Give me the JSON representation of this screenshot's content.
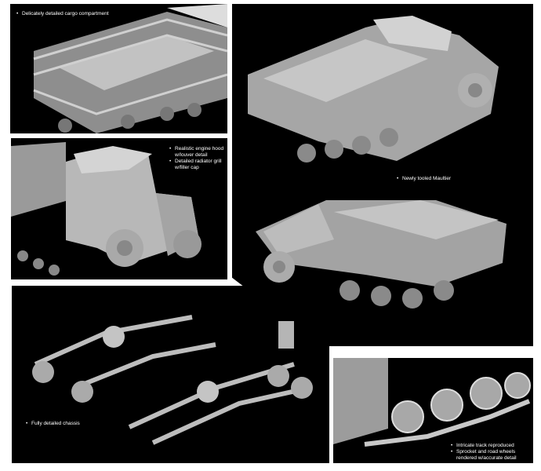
{
  "panels": {
    "cargo": {
      "captions": [
        "Delicately detailed cargo compartment"
      ]
    },
    "engine": {
      "captions": [
        "Realistic engine hood w/louver detail",
        "Detailed radiator grill w/filler cap"
      ]
    },
    "main": {
      "captions": [
        "Newly tooled Maultier"
      ]
    },
    "chassis": {
      "captions": [
        "Fully detailed chassis"
      ]
    },
    "track": {
      "captions": [
        "Intricate track reproduced",
        "Sprocket and road wheels rendered w/accurate detail"
      ]
    }
  },
  "colors": {
    "background": "#000000",
    "model_grey": "#b5b5b5"
  }
}
